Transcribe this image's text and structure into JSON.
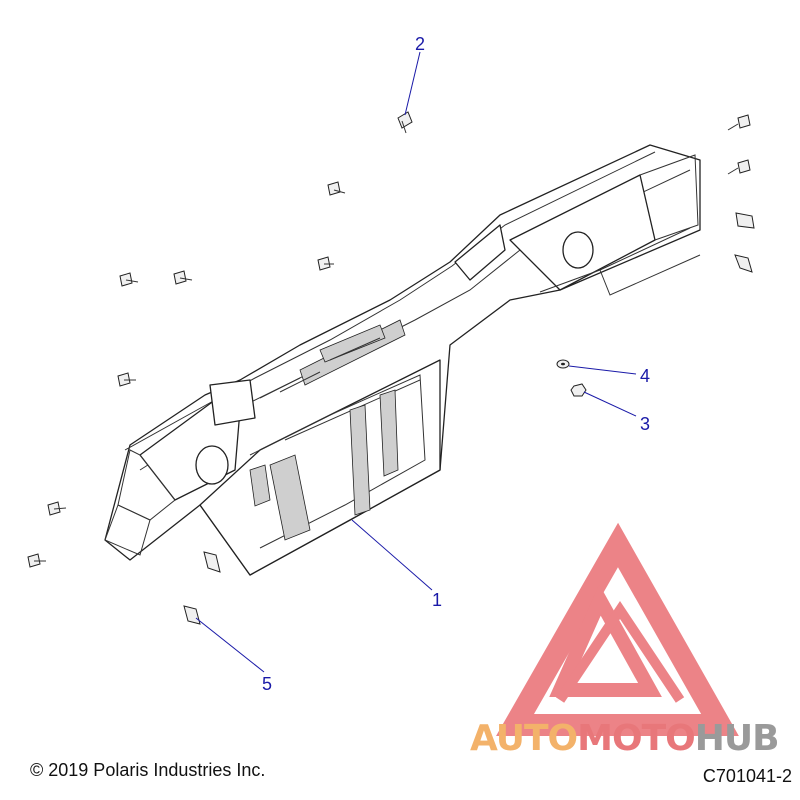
{
  "diagram": {
    "callouts": [
      {
        "id": "1",
        "label": "1"
      },
      {
        "id": "2",
        "label": "2"
      },
      {
        "id": "3",
        "label": "3"
      },
      {
        "id": "4",
        "label": "4"
      },
      {
        "id": "5",
        "label": "5"
      }
    ],
    "leader_color": "#1a1aa8"
  },
  "footer": {
    "copyright": "© 2019 Polaris Industries Inc.",
    "part_number": "C701041-2"
  },
  "watermark": {
    "part_a": "AUTO",
    "part_b": "MOTO",
    "part_c": "HUB",
    "logo_color": "#e65a5f"
  }
}
